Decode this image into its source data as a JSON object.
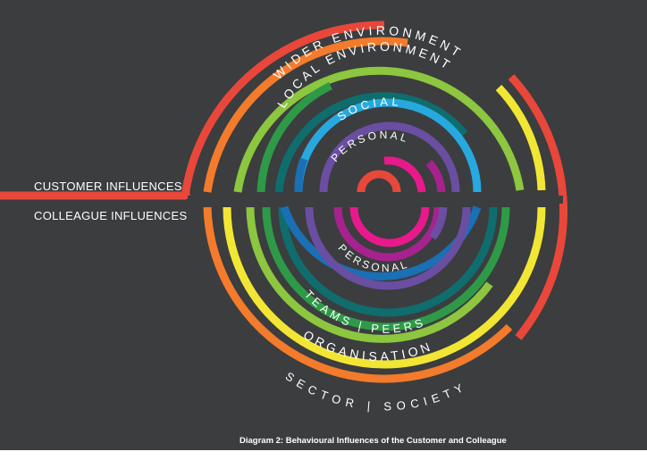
{
  "labels": {
    "customer_influences": "CUSTOMER INFLUENCES",
    "colleague_influences": "COLLEAGUE INFLUENCES",
    "wider_environment": "WIDER ENVIRONMENT",
    "local_environment": "LOCAL ENVIRONMENT",
    "social": "SOCIAL",
    "personal_top": "PERSONAL",
    "personal_bottom": "PERSONAL",
    "teams_peers": "TEAMS | PEERS",
    "organisation": "ORGANISATION",
    "sector_society": "SECTOR | SOCIETY"
  },
  "caption": "Diagram 2: Behavioural Influences of the Customer and Colleague",
  "colors": {
    "background": "#3b3d3f",
    "red": "#e8473a",
    "orange": "#f37b2b",
    "yellow": "#f2e634",
    "light_green": "#8dc63f",
    "green": "#2e9a47",
    "teal": "#0f6d6e",
    "light_blue": "#27a8df",
    "blue": "#1a6fb5",
    "purple": "#6a4ea2",
    "magenta": "#a7228e",
    "pink": "#e8198b"
  }
}
